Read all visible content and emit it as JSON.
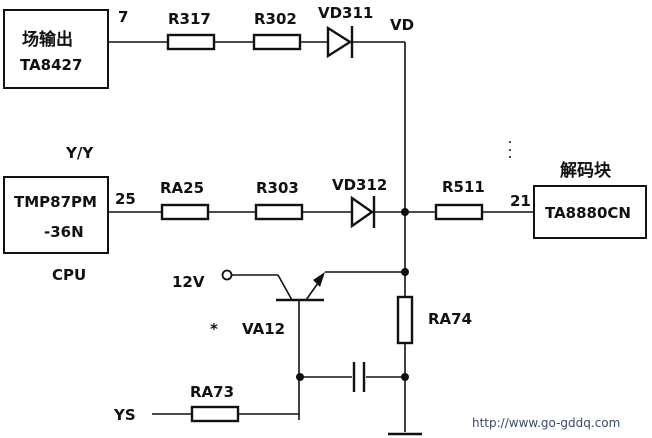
{
  "title": "场输出 / CPU / 解码块 circuit schematic",
  "blocks": {
    "field_output": {
      "line1": "场输出",
      "line2": "TA8427",
      "pin": "7"
    },
    "cpu": {
      "line1": "TMP87PM",
      "line2": "-36N",
      "caption": "CPU",
      "top_label": "Y/Y",
      "pin": "25"
    },
    "decoder": {
      "caption": "解码块",
      "chip": "TA8880CN",
      "pin": "21"
    }
  },
  "components": {
    "r317": "R317",
    "r302": "R302",
    "vd311": "VD311",
    "vd_node": "VD",
    "ra25": "RA25",
    "r303": "R303",
    "vd312": "VD312",
    "r511": "R511",
    "ra74": "RA74",
    "ra73": "RA73",
    "transistor": "VA12",
    "transistor_mark": "*",
    "supply": "12V",
    "ys_input": "YS"
  },
  "watermark": "http://www.go-gddq.com"
}
